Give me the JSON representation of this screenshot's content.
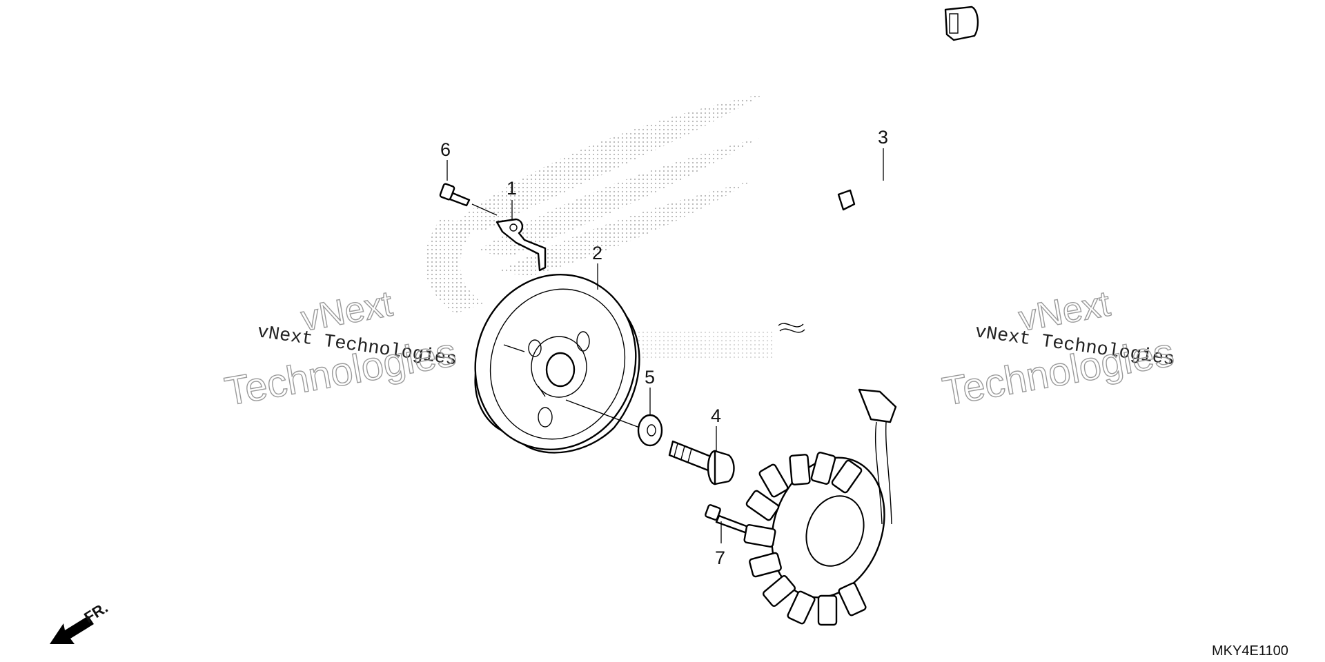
{
  "diagram": {
    "code": "MKY4E1100",
    "direction_label": "FR.",
    "callouts": [
      {
        "id": "1",
        "label": "1"
      },
      {
        "id": "2",
        "label": "2"
      },
      {
        "id": "3",
        "label": "3"
      },
      {
        "id": "4",
        "label": "4"
      },
      {
        "id": "5",
        "label": "5"
      },
      {
        "id": "6",
        "label": "6"
      },
      {
        "id": "7",
        "label": "7"
      }
    ]
  },
  "watermark": {
    "small_text": "vNext Technologies",
    "line1": "vNext",
    "line2": "Technologies"
  },
  "colors": {
    "line": "#000000",
    "background": "#ffffff",
    "watermark_outline": "#9a9a9a",
    "logo_dots": "#b5b5b5"
  }
}
